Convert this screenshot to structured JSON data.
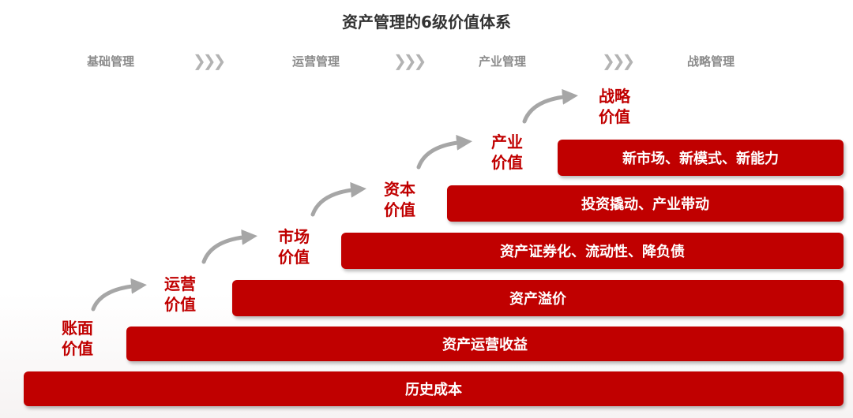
{
  "title": "资产管理的6级价值体系",
  "stages": [
    "基础管理",
    "运营管理",
    "产业管理",
    "战略管理"
  ],
  "chevron": "❯❯❯",
  "values": [
    {
      "line1": "账面",
      "line2": "价值"
    },
    {
      "line1": "运营",
      "line2": "价值"
    },
    {
      "line1": "市场",
      "line2": "价值"
    },
    {
      "line1": "资本",
      "line2": "价值"
    },
    {
      "line1": "产业",
      "line2": "价值"
    },
    {
      "line1": "战略",
      "line2": "价值"
    }
  ],
  "bars": [
    "历史成本",
    "资产运营收益",
    "资产溢价",
    "资产证券化、流动性、降负债",
    "投资撬动、产业带动",
    "新市场、新模式、新能力"
  ],
  "colors": {
    "accent": "#c00000",
    "arrow": "#a6a6a6",
    "stage_text": "#8c8c8c"
  }
}
